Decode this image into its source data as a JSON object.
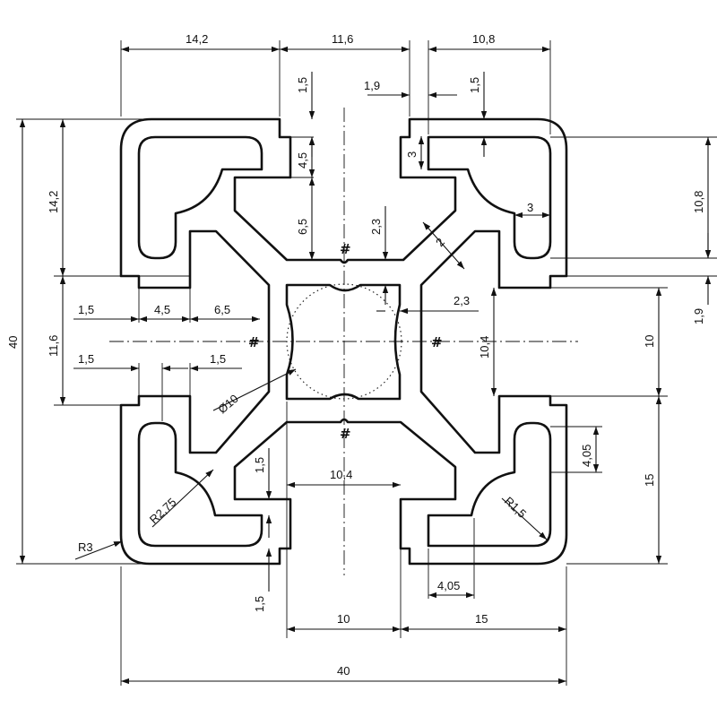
{
  "dimensions": {
    "top_14_2": "14,2",
    "top_11_6": "11,6",
    "top_10_8": "10,8",
    "top_1_5_a": "1,5",
    "top_1_9": "1,9",
    "top_1_5_b": "1,5",
    "v_4_5": "4,5",
    "v_6_5": "6,5",
    "v_2_3": "2,3",
    "v_3_a": "3",
    "h_3_b": "3",
    "diag_2": "2",
    "left_40": "40",
    "left_14_2": "14,2",
    "left_11_6": "11,6",
    "h_1_5_a": "1,5",
    "h_4_5": "4,5",
    "h_6_5": "6,5",
    "h_1_5_b": "1,5",
    "h_1_5_c": "1,5",
    "h_2_3": "2,3",
    "v_10_4": "10,4",
    "right_10_8": "10,8",
    "right_1_9": "1,9",
    "right_10": "10",
    "right_15": "15",
    "v_4_05": "4,05",
    "diam_10": "Ø10",
    "v_1_5_mid": "1,5",
    "h_10_4": "10,4",
    "r_2_75": "R2,75",
    "r_1_5": "R1,5",
    "r_3": "R3",
    "v_1_5_bot": "1,5",
    "h_4_05": "4,05",
    "bot_10": "10",
    "bot_15": "15",
    "bot_40": "40"
  },
  "markers": {
    "hash": "#"
  }
}
